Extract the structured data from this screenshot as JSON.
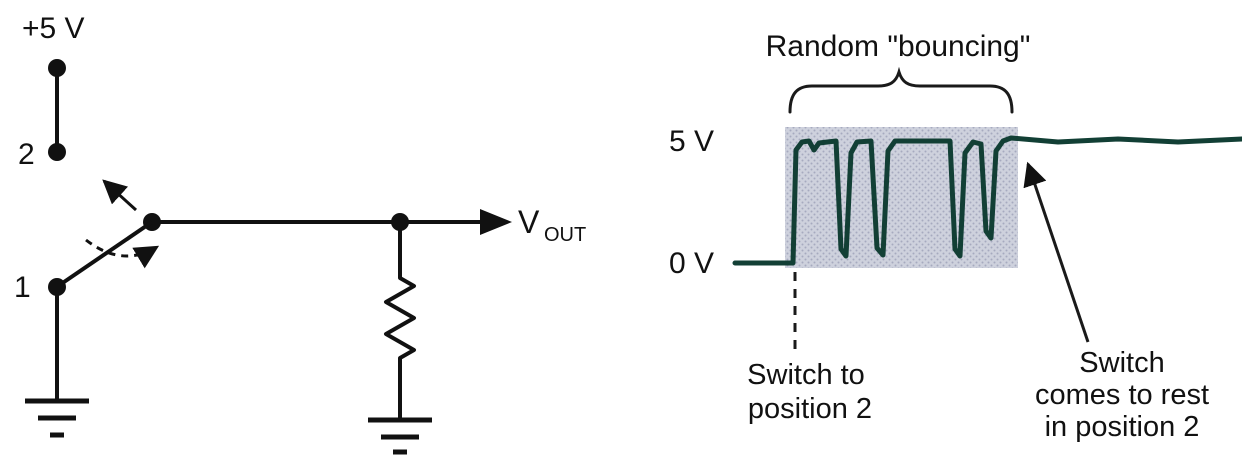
{
  "colors": {
    "ink": "#111111",
    "waveform_line": "#123f35",
    "shade_base": "#ced1dd",
    "shade_dot": "#a6aabf"
  },
  "circuit": {
    "supply_label": "+5 V",
    "position2_label": "2",
    "position1_label": "1",
    "vout_label": "V",
    "vout_subscript": "OUT"
  },
  "graph": {
    "bounce_title": "Random \"bouncing\"",
    "high_level_label": "5 V",
    "low_level_label": "0 V",
    "switch_annotation_line1": "Switch to",
    "switch_annotation_line2": "position 2",
    "rest_annotation_line1": "Switch",
    "rest_annotation_line2": "comes to rest",
    "rest_annotation_line3": "in position 2"
  }
}
